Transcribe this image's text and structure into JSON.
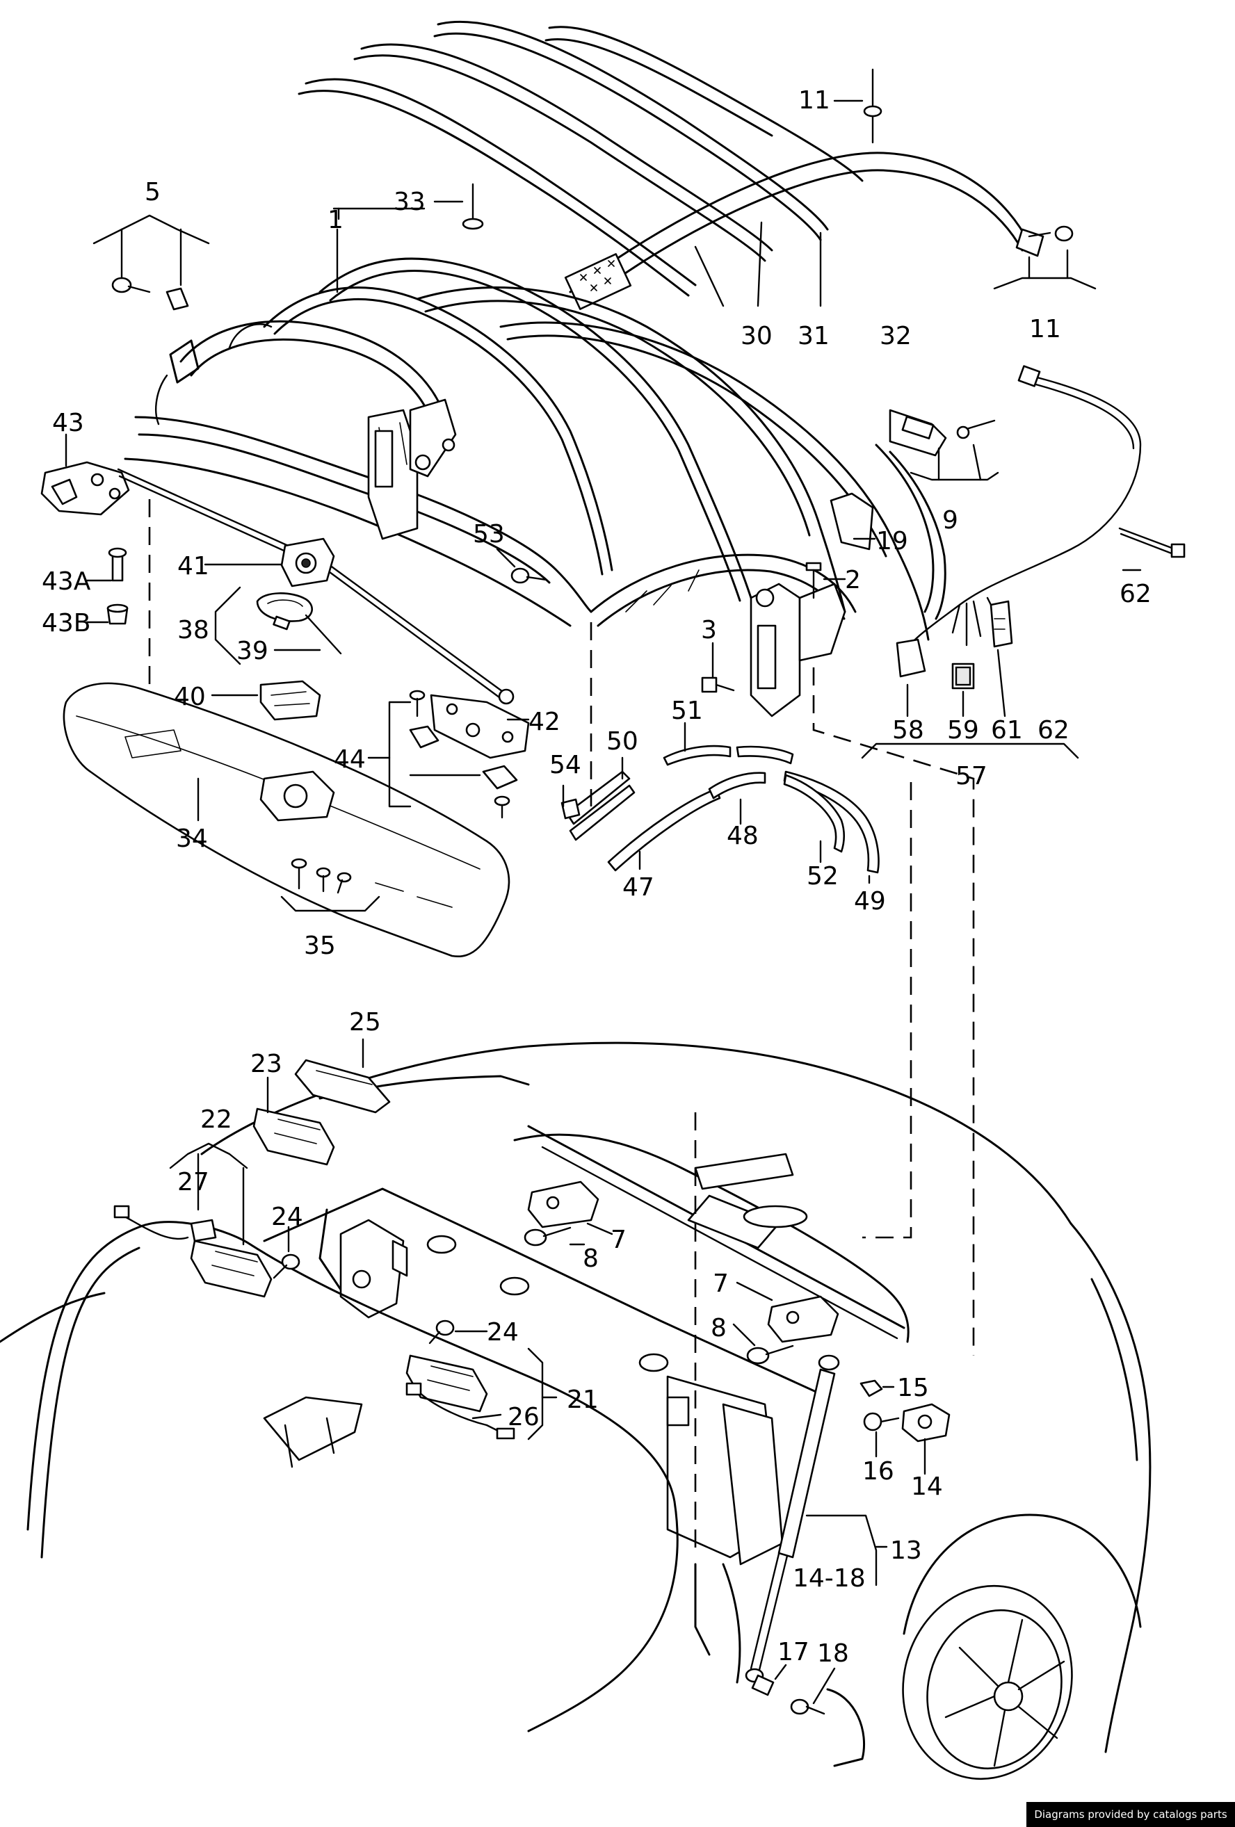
{
  "callouts": [
    "1",
    "2",
    "3",
    "5",
    "7",
    "8",
    "9",
    "11",
    "13",
    "14",
    "15",
    "16",
    "17",
    "18",
    "19",
    "21",
    "22",
    "23",
    "24",
    "25",
    "26",
    "27",
    "30",
    "31",
    "32",
    "33",
    "34",
    "35",
    "38",
    "39",
    "40",
    "41",
    "42",
    "43",
    "43A",
    "43B",
    "44",
    "47",
    "48",
    "49",
    "50",
    "51",
    "52",
    "53",
    "54",
    "57",
    "58",
    "59",
    "61",
    "62",
    "14-18"
  ],
  "credit": "Diagrams provided by catalogs parts"
}
